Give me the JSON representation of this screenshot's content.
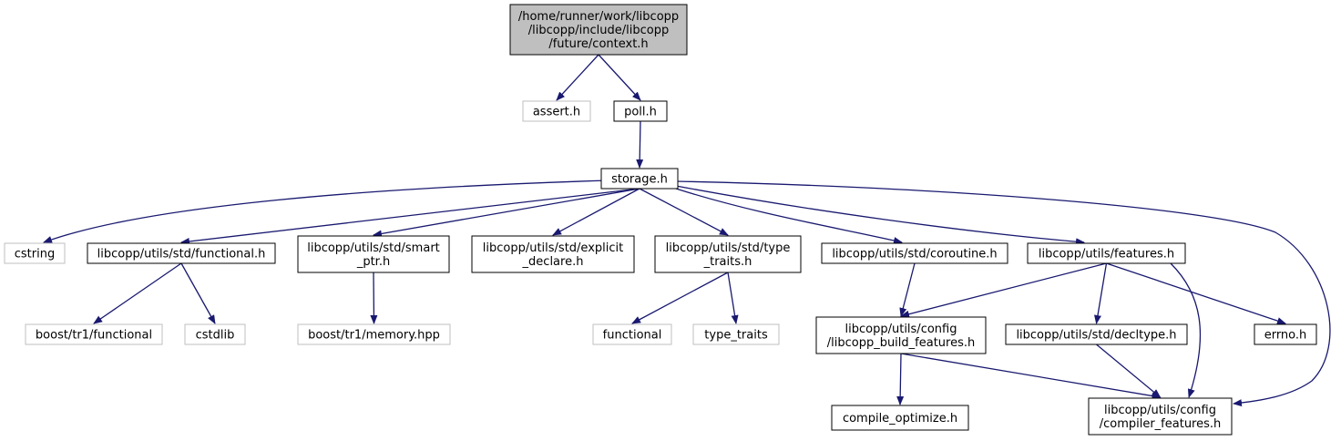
{
  "colors": {
    "edge": "#191970",
    "node_border": "#000000",
    "external_border": "#bfbfbf",
    "root_fill": "#bfbfbf",
    "node_fill": "#ffffff"
  },
  "nodes": {
    "root": {
      "lines": [
        "/home/runner/work/libcopp",
        "/libcopp/include/libcopp",
        "/future/context.h"
      ],
      "kind": "root"
    },
    "assert": {
      "lines": [
        "assert.h"
      ],
      "kind": "external"
    },
    "poll": {
      "lines": [
        "poll.h"
      ],
      "kind": "file"
    },
    "storage": {
      "lines": [
        "storage.h"
      ],
      "kind": "file"
    },
    "cstring": {
      "lines": [
        "cstring"
      ],
      "kind": "external"
    },
    "functional_h": {
      "lines": [
        "libcopp/utils/std/functional.h"
      ],
      "kind": "file"
    },
    "smart_ptr": {
      "lines": [
        "libcopp/utils/std/smart",
        "_ptr.h"
      ],
      "kind": "file"
    },
    "explicit_declare": {
      "lines": [
        "libcopp/utils/std/explicit",
        "_declare.h"
      ],
      "kind": "file"
    },
    "type_traits_h": {
      "lines": [
        "libcopp/utils/std/type",
        "_traits.h"
      ],
      "kind": "file"
    },
    "coroutine": {
      "lines": [
        "libcopp/utils/std/coroutine.h"
      ],
      "kind": "file"
    },
    "features": {
      "lines": [
        "libcopp/utils/features.h"
      ],
      "kind": "file"
    },
    "boost_functional": {
      "lines": [
        "boost/tr1/functional"
      ],
      "kind": "external"
    },
    "cstdlib": {
      "lines": [
        "cstdlib"
      ],
      "kind": "external"
    },
    "boost_memory": {
      "lines": [
        "boost/tr1/memory.hpp"
      ],
      "kind": "external"
    },
    "functional": {
      "lines": [
        "functional"
      ],
      "kind": "external"
    },
    "type_traits": {
      "lines": [
        "type_traits"
      ],
      "kind": "external"
    },
    "build_features": {
      "lines": [
        "libcopp/utils/config",
        "/libcopp_build_features.h"
      ],
      "kind": "file"
    },
    "decltype": {
      "lines": [
        "libcopp/utils/std/decltype.h"
      ],
      "kind": "file"
    },
    "errno": {
      "lines": [
        "errno.h"
      ],
      "kind": "file"
    },
    "compile_optimize": {
      "lines": [
        "compile_optimize.h"
      ],
      "kind": "file"
    },
    "compiler_features": {
      "lines": [
        "libcopp/utils/config",
        "/compiler_features.h"
      ],
      "kind": "file"
    }
  },
  "edges": [
    [
      "root",
      "assert"
    ],
    [
      "root",
      "poll"
    ],
    [
      "poll",
      "storage"
    ],
    [
      "storage",
      "cstring"
    ],
    [
      "storage",
      "functional_h"
    ],
    [
      "storage",
      "smart_ptr"
    ],
    [
      "storage",
      "explicit_declare"
    ],
    [
      "storage",
      "type_traits_h"
    ],
    [
      "storage",
      "coroutine"
    ],
    [
      "storage",
      "features"
    ],
    [
      "storage",
      "compiler_features"
    ],
    [
      "functional_h",
      "boost_functional"
    ],
    [
      "functional_h",
      "cstdlib"
    ],
    [
      "smart_ptr",
      "boost_memory"
    ],
    [
      "type_traits_h",
      "functional"
    ],
    [
      "type_traits_h",
      "type_traits"
    ],
    [
      "coroutine",
      "build_features"
    ],
    [
      "features",
      "build_features"
    ],
    [
      "features",
      "decltype"
    ],
    [
      "features",
      "errno"
    ],
    [
      "features",
      "compiler_features"
    ],
    [
      "build_features",
      "compile_optimize"
    ],
    [
      "build_features",
      "compiler_features"
    ],
    [
      "decltype",
      "compiler_features"
    ]
  ]
}
